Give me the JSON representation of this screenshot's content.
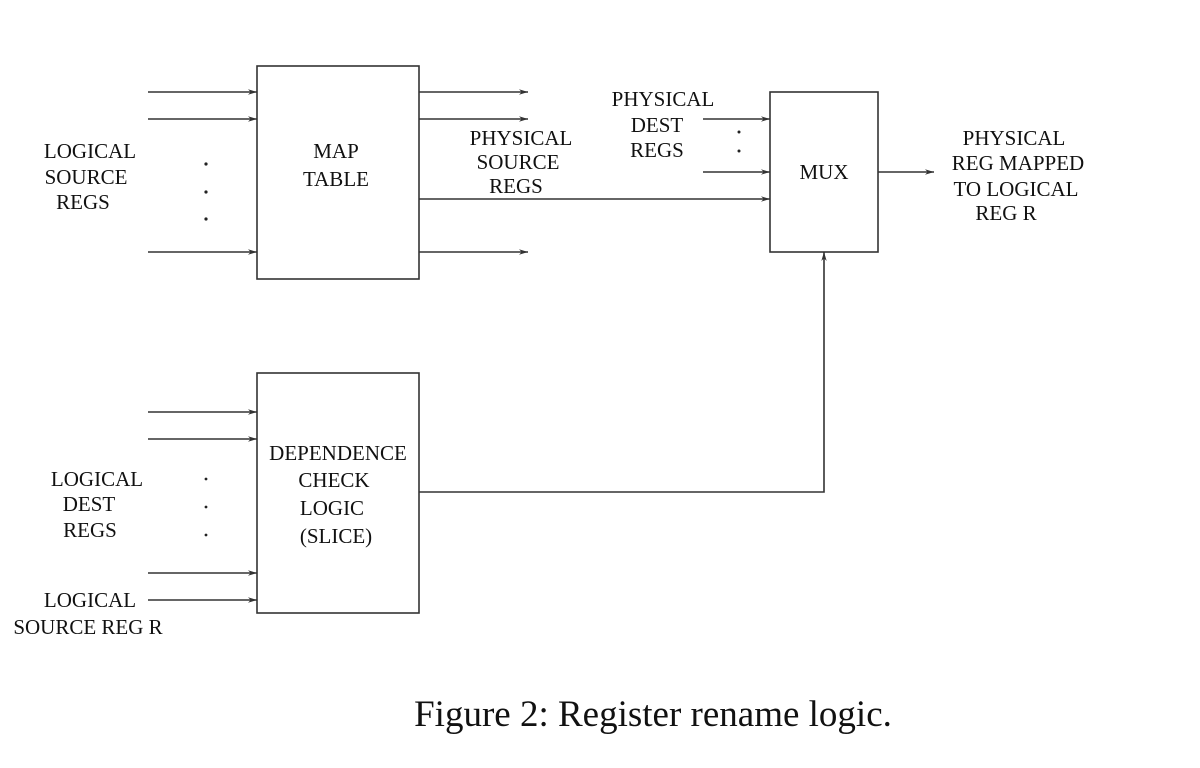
{
  "figure": {
    "caption": "Figure 2: Register rename logic.",
    "blocks": {
      "map_table": [
        "MAP",
        "TABLE"
      ],
      "dependence_check": [
        "DEPENDENCE",
        "CHECK",
        "LOGIC",
        "(SLICE)"
      ],
      "mux": [
        "MUX"
      ]
    },
    "labels": {
      "logical_source_regs": [
        "LOGICAL",
        "SOURCE",
        "REGS"
      ],
      "physical_source_regs": [
        "PHYSICAL",
        "SOURCE",
        "REGS"
      ],
      "physical_dest_regs": [
        "PHYSICAL",
        "DEST",
        "REGS"
      ],
      "physical_reg_mapped": [
        "PHYSICAL",
        "REG MAPPED",
        "TO LOGICAL",
        "REG R"
      ],
      "logical_dest_regs": [
        "LOGICAL",
        "DEST",
        "REGS"
      ],
      "logical_source_reg_r": [
        "LOGICAL",
        "SOURCE REG R"
      ]
    }
  }
}
